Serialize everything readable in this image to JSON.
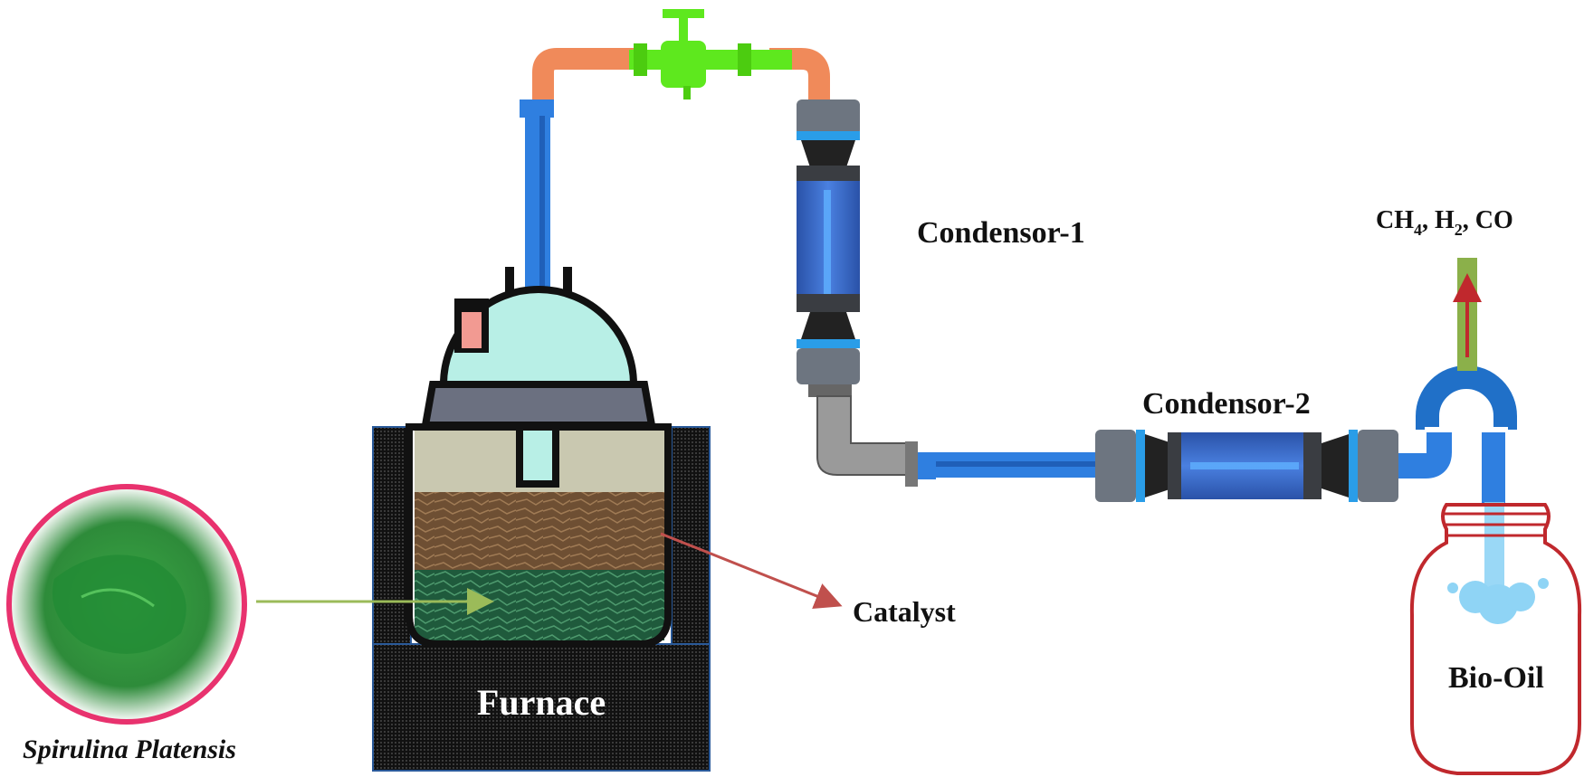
{
  "labels": {
    "condensor1": "Condensor-1",
    "condensor2": "Condensor-2",
    "catalyst": "Catalyst",
    "furnace": "Furnace",
    "biooil": "Bio-Oil",
    "feedstock": "Spirulina Platensis",
    "gases": {
      "ch": "CH",
      "ch_sub": "4",
      "h": ", H",
      "h_sub": "2",
      "co": ", CO"
    }
  },
  "colors": {
    "pipe_blue": "#2f7fe0",
    "pipe_orange": "#f08a5a",
    "valve_green": "#5ee81e",
    "reactor_dome": "#b8efe6",
    "furnace_dark": "#1c1c1c",
    "catalyst_brown": "#7a5a3a",
    "feedstock_green": "#2f7a4a",
    "condenser_glass": "#3a6fd0",
    "jar_red": "#c0282d",
    "arrow_red": "#c0504d",
    "arrow_green": "#9bbb59",
    "circle_pink": "#e8326e"
  }
}
